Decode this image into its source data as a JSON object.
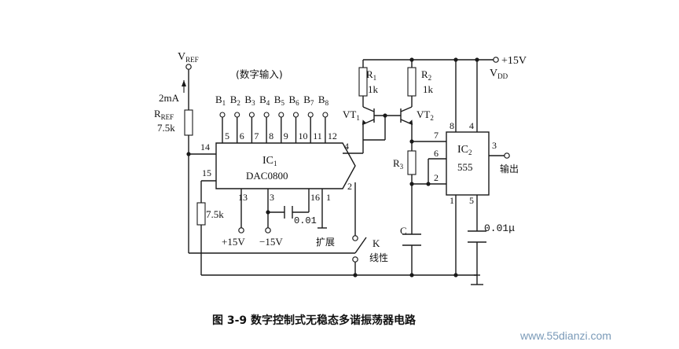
{
  "caption": "图 3-9   数字控制式无稳态多谐振荡器电路",
  "watermark": "www.55dianzi.com",
  "labels": {
    "vref_main": "V",
    "vref_sub": "REF",
    "digital_input": "(数字输入)",
    "current": "2mA",
    "rref_main": "R",
    "rref_sub": "REF",
    "rref_value": "7.5k",
    "r_7k5": "7.5k",
    "cap_dac": "0.01",
    "plus15v": "+15V",
    "minus15v": "−15V",
    "expand": "扩展",
    "switch_k": "K",
    "linear": "线性",
    "r1_main": "R",
    "r1_sub": "1",
    "r1_value": "1k",
    "r2_main": "R",
    "r2_sub": "2",
    "r2_value": "1k",
    "vt1_main": "VT",
    "vt1_sub": "1",
    "vt2_main": "VT",
    "vt2_sub": "2",
    "r3_main": "R",
    "r3_sub": "3",
    "cap_c": "C",
    "supply": "+15V",
    "vdd_main": "V",
    "vdd_sub": "DD",
    "output": "输出",
    "cap_555": "0.01μ"
  },
  "dac": {
    "name_main": "IC",
    "name_sub": "1",
    "part": "DAC0800",
    "pin14": "14",
    "pin15": "15",
    "pin13": "13",
    "pin3": "3",
    "pin16": "16",
    "pin1": "1",
    "pin4": "4",
    "pin2": "2",
    "bits": [
      {
        "name": "B",
        "sub": "1",
        "pin": "5"
      },
      {
        "name": "B",
        "sub": "2",
        "pin": "6"
      },
      {
        "name": "B",
        "sub": "3",
        "pin": "7"
      },
      {
        "name": "B",
        "sub": "4",
        "pin": "8"
      },
      {
        "name": "B",
        "sub": "5",
        "pin": "9"
      },
      {
        "name": "B",
        "sub": "6",
        "pin": "10"
      },
      {
        "name": "B",
        "sub": "7",
        "pin": "11"
      },
      {
        "name": "B",
        "sub": "8",
        "pin": "12"
      }
    ]
  },
  "ic555": {
    "name_main": "IC",
    "name_sub": "2",
    "part": "555",
    "pin8": "8",
    "pin4": "4",
    "pin7": "7",
    "pin6": "6",
    "pin2": "2",
    "pin1": "1",
    "pin5": "5",
    "pin3": "3"
  }
}
